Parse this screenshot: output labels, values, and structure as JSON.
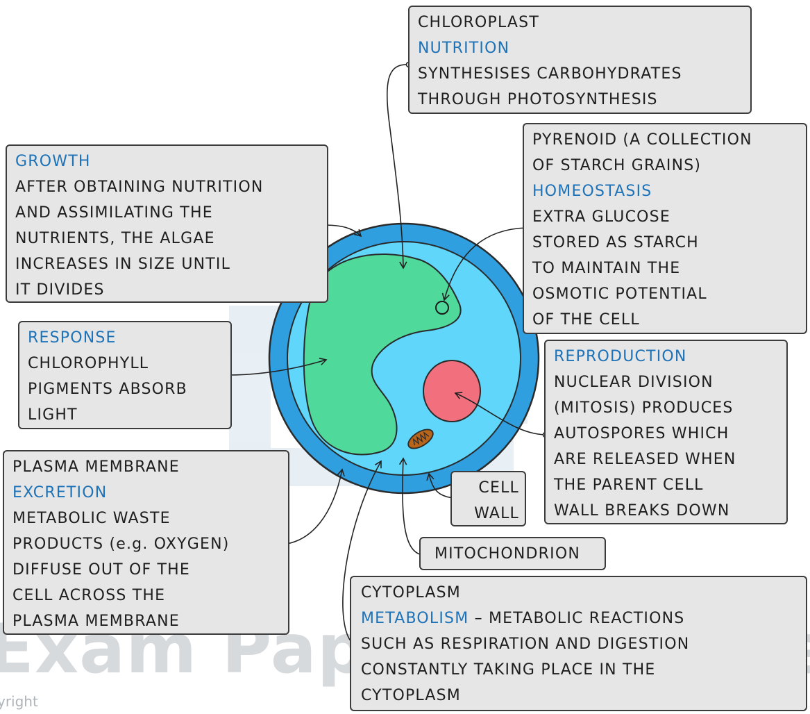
{
  "watermark": {
    "main": "Exam Papers Practice",
    "copyright": "yright"
  },
  "colors": {
    "cell_wall": "#2f9fe0",
    "cytoplasm": "#5fd6fa",
    "chloroplast": "#4fd99a",
    "nucleus": "#f2707e",
    "mitochondrion": "#b8651c",
    "highlight_text": "#1d72b8",
    "box_fill": "#e6e6e6"
  },
  "labels": {
    "chloroplast": {
      "title": "CHLOROPLAST",
      "heading": "NUTRITION",
      "lines": [
        "SYNTHESISES CARBOHYDRATES",
        "THROUGH PHOTOSYNTHESIS"
      ]
    },
    "growth": {
      "heading": "GROWTH",
      "lines": [
        "AFTER OBTAINING NUTRITION",
        "AND ASSIMILATING THE",
        "NUTRIENTS, THE ALGAE",
        "INCREASES IN SIZE UNTIL",
        "IT DIVIDES"
      ]
    },
    "pyrenoid": {
      "title_lines": [
        "PYRENOID (A COLLECTION",
        "OF STARCH GRAINS)"
      ],
      "heading": "HOMEOSTASIS",
      "lines": [
        "EXTRA GLUCOSE",
        "STORED AS STARCH",
        "TO MAINTAIN THE",
        "OSMOTIC POTENTIAL",
        "OF THE CELL"
      ]
    },
    "response": {
      "heading": "RESPONSE",
      "lines": [
        "CHLOROPHYLL",
        "PIGMENTS ABSORB",
        "LIGHT"
      ]
    },
    "reproduction": {
      "heading": "REPRODUCTION",
      "lines": [
        "NUCLEAR DIVISION",
        "(MITOSIS) PRODUCES",
        "AUTOSPORES WHICH",
        "ARE RELEASED WHEN",
        "THE PARENT CELL",
        "WALL BREAKS DOWN"
      ]
    },
    "excretion": {
      "title": "PLASMA MEMBRANE",
      "heading": "EXCRETION",
      "lines": [
        "METABOLIC WASTE",
        "PRODUCTS (e.g. OXYGEN)",
        "DIFFUSE OUT OF THE",
        "CELL ACROSS THE",
        "PLASMA MEMBRANE"
      ]
    },
    "cell_wall": {
      "lines": [
        "CELL",
        "WALL"
      ]
    },
    "mitochondrion": {
      "text": "MITOCHONDRION"
    },
    "cytoplasm": {
      "title": "CYTOPLASM",
      "heading": "METABOLISM",
      "heading_rest": " – METABOLIC REACTIONS",
      "lines": [
        "SUCH AS RESPIRATION AND DIGESTION",
        "CONSTANTLY TAKING PLACE IN THE",
        "CYTOPLASM"
      ]
    }
  }
}
